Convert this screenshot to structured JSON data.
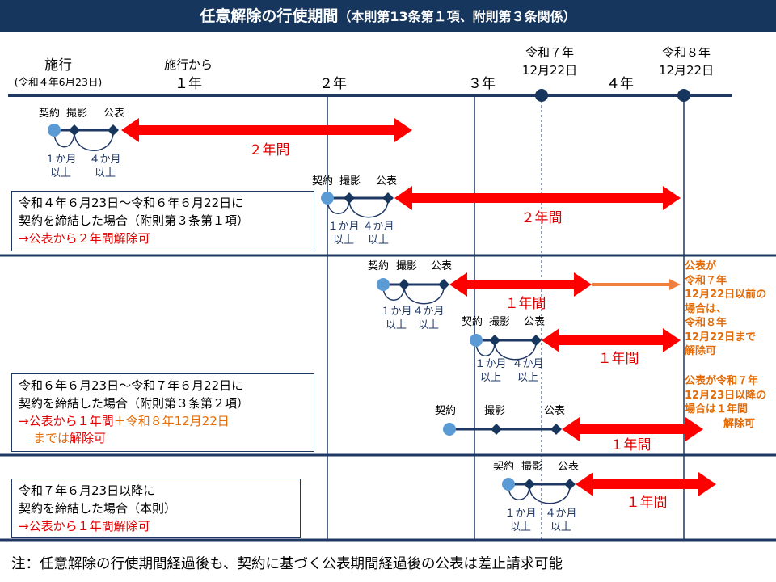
{
  "title": {
    "main": "任意解除の行使期間",
    "sub": "（本則第13条第１項、附則第３条関係）"
  },
  "timeline": {
    "start_label": "施行",
    "start_date": "(令和４年6月23日)",
    "year1_prefix": "施行から",
    "year1": "１年",
    "year2": "２年",
    "year3": "３年",
    "year4": "４年",
    "milestone1": [
      "令和７年",
      "12月22日"
    ],
    "milestone2": [
      "令和８年",
      "12月22日"
    ]
  },
  "event_labels": {
    "contract": "契約",
    "filming": "撮影",
    "publication": "公表",
    "one_month": "１か月",
    "four_months": "４か月",
    "or_more": "以上"
  },
  "durations": {
    "two_years": "２年間",
    "one_year": "１年間"
  },
  "boxes": {
    "box1": {
      "line1": "令和４年６月23日～令和６年６月22日に",
      "line2": "契約を締結した場合（附則第３条第１項）",
      "line3": "→公表から２年間解除可"
    },
    "box2": {
      "line1": "令和６年６月23日～令和７年６月22日に",
      "line2": "契約を締結した場合（附則第３条第２項）",
      "line3a": "→公表から１年間",
      "line3b": "＋令和８年12月22日",
      "line4a": "までは",
      "line4b": "解除可"
    },
    "box3": {
      "line1": "令和７年６月23日以降に",
      "line2": "契約を締結した場合（本則）",
      "line3": "→公表から１年間解除可"
    }
  },
  "side_notes": {
    "note1": [
      "公表が",
      "令和７年",
      "12月22日以前の",
      "場合は、",
      "令和８年",
      "12月22日まで",
      "解除可"
    ],
    "note2": [
      "公表が令和７年",
      "12月23日以降の",
      "場合は１年間",
      "解除可"
    ]
  },
  "footnote": "注：任意解除の行使期間経過後も、契約に基づく公表期間経過後の公表は差止請求可能",
  "colors": {
    "navy": "#16365d",
    "line": "#1f3763",
    "red": "#ff0000",
    "orange": "#e36c09",
    "dot": "#5b9bd5"
  }
}
